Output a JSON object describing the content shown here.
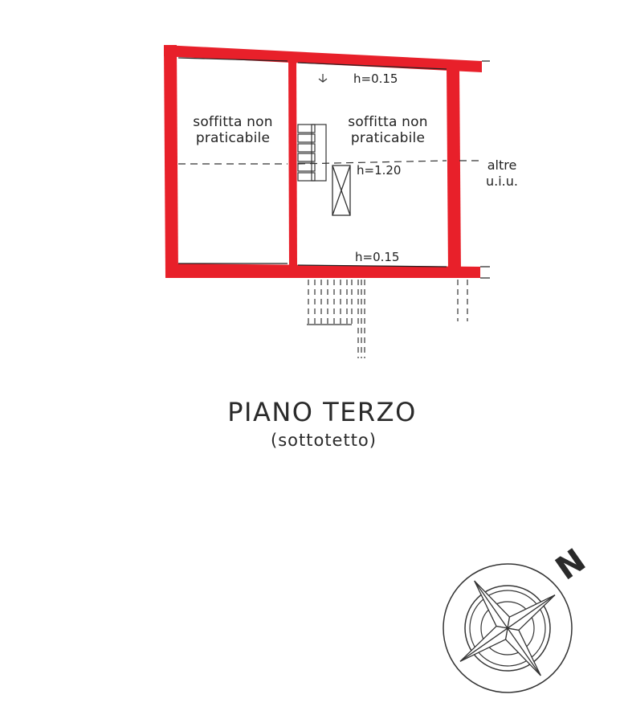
{
  "plan": {
    "rooms": [
      {
        "line1": "soffitta non",
        "line2": "praticabile"
      },
      {
        "line1": "soffitta non",
        "line2": "praticabile"
      }
    ],
    "heights": {
      "top": "h=0.15",
      "middle": "h=1.20",
      "bottom": "h=0.15"
    },
    "adjacent": {
      "line1": "altre",
      "line2": "u.i.u."
    },
    "wall_color": "#e8202a"
  },
  "title": {
    "main": "PIANO TERZO",
    "sub": "(sottotetto)"
  },
  "compass": {
    "north_label": "N",
    "icon": "compass-rose-icon"
  }
}
